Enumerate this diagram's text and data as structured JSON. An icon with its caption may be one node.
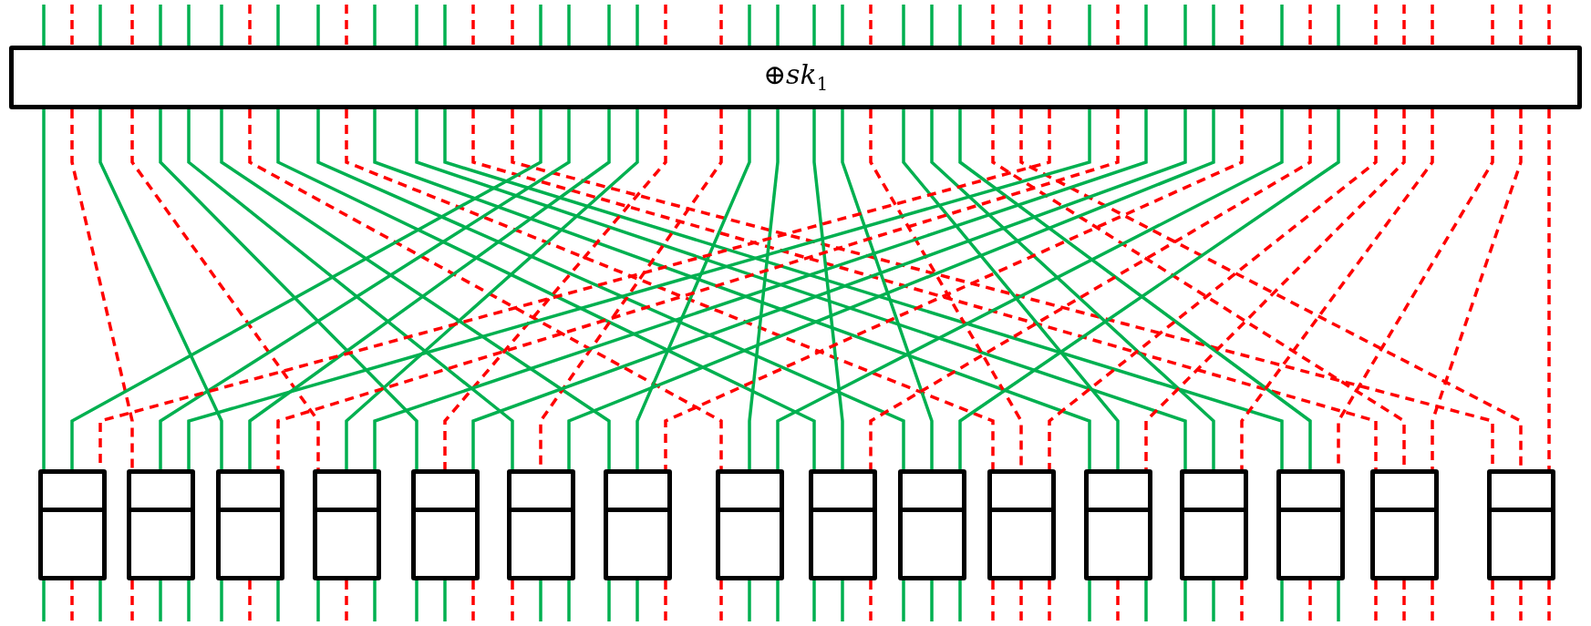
{
  "diagram": {
    "nodes": [
      {
        "text": [
          "⊕*sk*$_{1}$"
        ]
      },
      {
        "text": [],
        "shape": "box"
      },
      {
        "text": [],
        "shape": "box"
      },
      {
        "text": [],
        "shape": "box"
      },
      {
        "text": [],
        "shape": "box"
      },
      {
        "text": [],
        "shape": "box"
      },
      {
        "text": [],
        "shape": "box"
      },
      {
        "text": [],
        "shape": "box"
      },
      {
        "text": [],
        "shape": "box"
      },
      {
        "text": [],
        "shape": "box"
      },
      {
        "text": [],
        "shape": "box"
      },
      {
        "text": [],
        "shape": "box"
      },
      {
        "text": [],
        "shape": "box"
      },
      {
        "text": [],
        "shape": "box"
      },
      {
        "text": [],
        "shape": "box"
      },
      {
        "text": [],
        "shape": "box"
      },
      {
        "text": [],
        "shape": "box"
      }
    ],
    "edges": [
      {
        "from": null,
        "to": 0,
        "arrow": "none"
      },
      {
        "from": null,
        "to": 0,
        "arrow": "none",
        "style": "dashed",
        "color": "#ff0000"
      },
      {
        "from": null,
        "to": 0,
        "arrow": "none"
      },
      {
        "from": null,
        "to": 0,
        "arrow": "none",
        "style": "dashed",
        "color": "#ff0000"
      },
      {
        "from": null,
        "to": 0,
        "arrow": "none"
      },
      {
        "from": null,
        "to": 0,
        "arrow": "none"
      },
      {
        "from": null,
        "to": 0,
        "arrow": "none"
      },
      {
        "from": null,
        "to": 0,
        "arrow": "none",
        "style": "dashed",
        "color": "#ff0000"
      },
      {
        "from": null,
        "to": 0,
        "arrow": "none"
      },
      {
        "from": null,
        "to": 0,
        "arrow": "none"
      },
      {
        "from": null,
        "to": 0,
        "arrow": "none",
        "style": "dashed",
        "color": "#ff0000"
      },
      {
        "from": null,
        "to": 0,
        "arrow": "none"
      },
      {
        "from": null,
        "to": 0,
        "arrow": "none"
      },
      {
        "from": null,
        "to": 0,
        "arrow": "none"
      },
      {
        "from": null,
        "to": 0,
        "arrow": "none",
        "style": "dashed",
        "color": "#ff0000"
      },
      {
        "from": null,
        "to": 0,
        "arrow": "none",
        "style": "dashed",
        "color": "#ff0000"
      },
      {
        "from": null,
        "to": 0,
        "arrow": "none"
      },
      {
        "from": null,
        "to": 0,
        "arrow": "none"
      },
      {
        "from": null,
        "to": 0,
        "arrow": "none"
      },
      {
        "from": null,
        "to": 0,
        "arrow": "none"
      },
      {
        "from": null,
        "to": 0,
        "arrow": "none",
        "style": "dashed",
        "color": "#ff0000"
      },
      {
        "from": null,
        "to": 0,
        "arrow": "none",
        "style": "dashed",
        "color": "#ff0000"
      },
      {
        "from": null,
        "to": 0,
        "arrow": "none"
      },
      {
        "from": null,
        "to": 0,
        "arrow": "none"
      },
      {
        "from": null,
        "to": 0,
        "arrow": "none"
      },
      {
        "from": null,
        "to": 0,
        "arrow": "none"
      },
      {
        "from": null,
        "to": 0,
        "arrow": "none",
        "style": "dashed",
        "color": "#ff0000"
      },
      {
        "from": null,
        "to": 0,
        "arrow": "none"
      },
      {
        "from": null,
        "to": 0,
        "arrow": "none"
      },
      {
        "from": null,
        "to": 0,
        "arrow": "none"
      },
      {
        "from": null,
        "to": 0,
        "arrow": "none",
        "style": "dashed",
        "color": "#ff0000"
      },
      {
        "from": null,
        "to": 0,
        "arrow": "none",
        "style": "dashed",
        "color": "#ff0000"
      },
      {
        "from": null,
        "to": 0,
        "arrow": "none",
        "style": "dashed",
        "color": "#ff0000"
      },
      {
        "from": null,
        "to": 0,
        "arrow": "none"
      },
      {
        "from": null,
        "to": 0,
        "arrow": "none",
        "style": "dashed",
        "color": "#ff0000"
      },
      {
        "from": null,
        "to": 0,
        "arrow": "none"
      },
      {
        "from": null,
        "to": 0,
        "arrow": "none"
      },
      {
        "from": null,
        "to": 0,
        "arrow": "none"
      },
      {
        "from": null,
        "to": 0,
        "arrow": "none",
        "style": "dashed",
        "color": "#ff0000"
      },
      {
        "from": null,
        "to": 0,
        "arrow": "none"
      },
      {
        "from": null,
        "to": 0,
        "arrow": "none",
        "style": "dashed",
        "color": "#ff0000"
      },
      {
        "from": null,
        "to": 0,
        "arrow": "none"
      },
      {
        "from": null,
        "to": 0,
        "arrow": "none",
        "style": "dashed",
        "color": "#ff0000"
      },
      {
        "from": null,
        "to": 0,
        "arrow": "none",
        "style": "dashed",
        "color": "#ff0000"
      },
      {
        "from": null,
        "to": 0,
        "arrow": "none",
        "style": "dashed",
        "color": "#ff0000"
      },
      {
        "from": null,
        "to": 0,
        "arrow": "none",
        "style": "dashed",
        "color": "#ff0000"
      },
      {
        "from": null,
        "to": 0,
        "arrow": "none",
        "style": "dashed",
        "color": "#ff0000"
      },
      {
        "from": null,
        "to": 0,
        "arrow": "none",
        "style": "dashed",
        "color": "#ff0000"
      },
      {
        "from": 0,
        "to": 1,
        "arrow": "none"
      },
      {
        "from": 0,
        "to": 2,
        "arrow": "none",
        "style": "dashed",
        "color": "#ff0000"
      },
      {
        "from": 0,
        "to": 3,
        "arrow": "none"
      },
      {
        "from": 0,
        "to": 4,
        "arrow": "none",
        "style": "dashed",
        "color": "#ff0000"
      },
      {
        "from": 0,
        "to": 5,
        "arrow": "none"
      },
      {
        "from": 0,
        "to": 6,
        "arrow": "none"
      },
      {
        "from": 0,
        "to": 7,
        "arrow": "none"
      },
      {
        "from": 0,
        "to": 8,
        "arrow": "none",
        "style": "dashed",
        "color": "#ff0000"
      },
      {
        "from": 0,
        "to": 9,
        "arrow": "none"
      },
      {
        "from": 0,
        "to": 10,
        "arrow": "none"
      },
      {
        "from": 0,
        "to": 11,
        "arrow": "none",
        "style": "dashed",
        "color": "#ff0000"
      },
      {
        "from": 0,
        "to": 12,
        "arrow": "none"
      },
      {
        "from": 0,
        "to": 13,
        "arrow": "none"
      },
      {
        "from": 0,
        "to": 14,
        "arrow": "none"
      },
      {
        "from": 0,
        "to": 15,
        "arrow": "none",
        "style": "dashed",
        "color": "#ff0000"
      },
      {
        "from": 0,
        "to": 16,
        "arrow": "none",
        "style": "dashed",
        "color": "#ff0000"
      },
      {
        "from": 0,
        "to": 1,
        "arrow": "none"
      },
      {
        "from": 0,
        "to": 2,
        "arrow": "none"
      },
      {
        "from": 0,
        "to": 3,
        "arrow": "none"
      },
      {
        "from": 0,
        "to": 4,
        "arrow": "none"
      },
      {
        "from": 0,
        "to": 5,
        "arrow": "none",
        "style": "dashed",
        "color": "#ff0000"
      },
      {
        "from": 0,
        "to": 6,
        "arrow": "none",
        "style": "dashed",
        "color": "#ff0000"
      },
      {
        "from": 0,
        "to": 7,
        "arrow": "none"
      },
      {
        "from": 0,
        "to": 8,
        "arrow": "none"
      },
      {
        "from": 0,
        "to": 9,
        "arrow": "none"
      },
      {
        "from": 0,
        "to": 10,
        "arrow": "none"
      },
      {
        "from": 0,
        "to": 11,
        "arrow": "none",
        "style": "dashed",
        "color": "#ff0000"
      },
      {
        "from": 0,
        "to": 12,
        "arrow": "none"
      },
      {
        "from": 0,
        "to": 13,
        "arrow": "none"
      },
      {
        "from": 0,
        "to": 14,
        "arrow": "none"
      },
      {
        "from": 0,
        "to": 15,
        "arrow": "none",
        "style": "dashed",
        "color": "#ff0000"
      },
      {
        "from": 0,
        "to": 16,
        "arrow": "none",
        "style": "dashed",
        "color": "#ff0000"
      },
      {
        "from": 0,
        "to": 1,
        "arrow": "none",
        "style": "dashed",
        "color": "#ff0000"
      },
      {
        "from": 0,
        "to": 2,
        "arrow": "none"
      },
      {
        "from": 0,
        "to": 3,
        "arrow": "none",
        "style": "dashed",
        "color": "#ff0000"
      },
      {
        "from": 0,
        "to": 4,
        "arrow": "none"
      },
      {
        "from": 0,
        "to": 5,
        "arrow": "none"
      },
      {
        "from": 0,
        "to": 6,
        "arrow": "none"
      },
      {
        "from": 0,
        "to": 7,
        "arrow": "none",
        "style": "dashed",
        "color": "#ff0000"
      },
      {
        "from": 0,
        "to": 8,
        "arrow": "none"
      },
      {
        "from": 0,
        "to": 9,
        "arrow": "none",
        "style": "dashed",
        "color": "#ff0000"
      },
      {
        "from": 0,
        "to": 10,
        "arrow": "none"
      },
      {
        "from": 0,
        "to": 11,
        "arrow": "none",
        "style": "dashed",
        "color": "#ff0000"
      },
      {
        "from": 0,
        "to": 12,
        "arrow": "none",
        "style": "dashed",
        "color": "#ff0000"
      },
      {
        "from": 0,
        "to": 13,
        "arrow": "none",
        "style": "dashed",
        "color": "#ff0000"
      },
      {
        "from": 0,
        "to": 14,
        "arrow": "none",
        "style": "dashed",
        "color": "#ff0000"
      },
      {
        "from": 0,
        "to": 15,
        "arrow": "none",
        "style": "dashed",
        "color": "#ff0000"
      },
      {
        "from": 0,
        "to": 16,
        "arrow": "none",
        "style": "dashed",
        "color": "#ff0000"
      },
      {
        "from": 1,
        "to": null,
        "arrow": "none"
      },
      {
        "from": 1,
        "to": null,
        "arrow": "none",
        "style": "dashed",
        "color": "#ff0000"
      },
      {
        "from": 1,
        "to": null,
        "arrow": "none"
      },
      {
        "from": 2,
        "to": null,
        "arrow": "none",
        "style": "dashed",
        "color": "#ff0000"
      },
      {
        "from": 2,
        "to": null,
        "arrow": "none"
      },
      {
        "from": 2,
        "to": null,
        "arrow": "none"
      },
      {
        "from": 3,
        "to": null,
        "arrow": "none"
      },
      {
        "from": 3,
        "to": null,
        "arrow": "none",
        "style": "dashed",
        "color": "#ff0000"
      },
      {
        "from": 3,
        "to": null,
        "arrow": "none"
      },
      {
        "from": 4,
        "to": null,
        "arrow": "none"
      },
      {
        "from": 4,
        "to": null,
        "arrow": "none",
        "style": "dashed",
        "color": "#ff0000"
      },
      {
        "from": 4,
        "to": null,
        "arrow": "none"
      },
      {
        "from": 5,
        "to": null,
        "arrow": "none"
      },
      {
        "from": 5,
        "to": null,
        "arrow": "none"
      },
      {
        "from": 5,
        "to": null,
        "arrow": "none",
        "style": "dashed",
        "color": "#ff0000"
      },
      {
        "from": 6,
        "to": null,
        "arrow": "none",
        "style": "dashed",
        "color": "#ff0000"
      },
      {
        "from": 6,
        "to": null,
        "arrow": "none"
      },
      {
        "from": 6,
        "to": null,
        "arrow": "none"
      },
      {
        "from": 7,
        "to": null,
        "arrow": "none"
      },
      {
        "from": 7,
        "to": null,
        "arrow": "none"
      },
      {
        "from": 7,
        "to": null,
        "arrow": "none",
        "style": "dashed",
        "color": "#ff0000"
      },
      {
        "from": 8,
        "to": null,
        "arrow": "none",
        "style": "dashed",
        "color": "#ff0000"
      },
      {
        "from": 8,
        "to": null,
        "arrow": "none"
      },
      {
        "from": 8,
        "to": null,
        "arrow": "none"
      },
      {
        "from": 9,
        "to": null,
        "arrow": "none"
      },
      {
        "from": 9,
        "to": null,
        "arrow": "none"
      },
      {
        "from": 9,
        "to": null,
        "arrow": "none",
        "style": "dashed",
        "color": "#ff0000"
      },
      {
        "from": 10,
        "to": null,
        "arrow": "none"
      },
      {
        "from": 10,
        "to": null,
        "arrow": "none"
      },
      {
        "from": 10,
        "to": null,
        "arrow": "none"
      },
      {
        "from": 11,
        "to": null,
        "arrow": "none",
        "style": "dashed",
        "color": "#ff0000"
      },
      {
        "from": 11,
        "to": null,
        "arrow": "none",
        "style": "dashed",
        "color": "#ff0000"
      },
      {
        "from": 11,
        "to": null,
        "arrow": "none",
        "style": "dashed",
        "color": "#ff0000"
      },
      {
        "from": 12,
        "to": null,
        "arrow": "none"
      },
      {
        "from": 12,
        "to": null,
        "arrow": "none",
        "style": "dashed",
        "color": "#ff0000"
      },
      {
        "from": 12,
        "to": null,
        "arrow": "none"
      },
      {
        "from": 13,
        "to": null,
        "arrow": "none"
      },
      {
        "from": 13,
        "to": null,
        "arrow": "none"
      },
      {
        "from": 13,
        "to": null,
        "arrow": "none",
        "style": "dashed",
        "color": "#ff0000"
      },
      {
        "from": 14,
        "to": null,
        "arrow": "none"
      },
      {
        "from": 14,
        "to": null,
        "arrow": "none",
        "style": "dashed",
        "color": "#ff0000"
      },
      {
        "from": 14,
        "to": null,
        "arrow": "none"
      },
      {
        "from": 15,
        "to": null,
        "arrow": "none",
        "style": "dashed",
        "color": "#ff0000"
      },
      {
        "from": 15,
        "to": null,
        "arrow": "none",
        "style": "dashed",
        "color": "#ff0000"
      },
      {
        "from": 15,
        "to": null,
        "arrow": "none",
        "style": "dashed",
        "color": "#ff0000"
      },
      {
        "from": 16,
        "to": null,
        "arrow": "none",
        "style": "dashed",
        "color": "#ff0000"
      },
      {
        "from": 16,
        "to": null,
        "arrow": "none",
        "style": "dashed",
        "color": "#ff0000"
      },
      {
        "from": 16,
        "to": null,
        "arrow": "none",
        "style": "dashed",
        "color": "#ff0000"
      }
    ]
  }
}
